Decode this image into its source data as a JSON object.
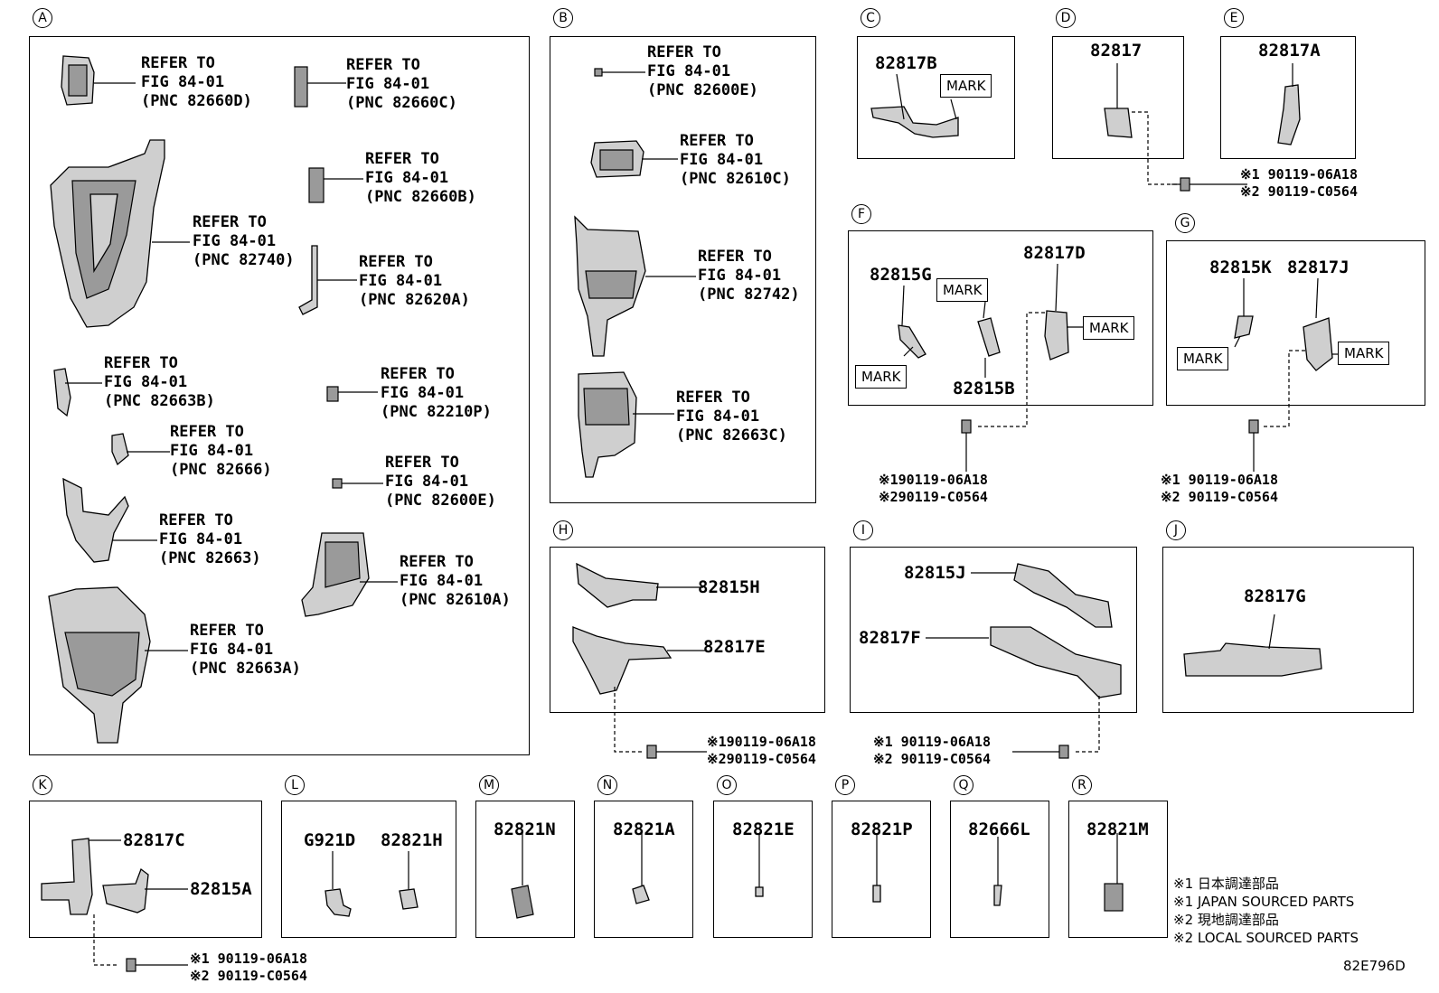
{
  "panels": {
    "A": {
      "label": "A",
      "refs": [
        {
          "l1": "REFER TO",
          "l2": "FIG 84-01",
          "l3": "(PNC 82660D)"
        },
        {
          "l1": "REFER TO",
          "l2": "FIG 84-01",
          "l3": "(PNC 82660C)"
        },
        {
          "l1": "REFER TO",
          "l2": "FIG 84-01",
          "l3": "(PNC 82660B)"
        },
        {
          "l1": "REFER TO",
          "l2": "FIG 84-01",
          "l3": "(PNC 82740)"
        },
        {
          "l1": "REFER TO",
          "l2": "FIG 84-01",
          "l3": "(PNC 82620A)"
        },
        {
          "l1": "REFER TO",
          "l2": "FIG 84-01",
          "l3": "(PNC 82663B)"
        },
        {
          "l1": "REFER TO",
          "l2": "FIG 84-01",
          "l3": "(PNC 82210P)"
        },
        {
          "l1": "REFER TO",
          "l2": "FIG 84-01",
          "l3": "(PNC 82666)"
        },
        {
          "l1": "REFER TO",
          "l2": "FIG 84-01",
          "l3": "(PNC 82600E)"
        },
        {
          "l1": "REFER TO",
          "l2": "FIG 84-01",
          "l3": "(PNC 82663)"
        },
        {
          "l1": "REFER TO",
          "l2": "FIG 84-01",
          "l3": "(PNC 82610A)"
        },
        {
          "l1": "REFER TO",
          "l2": "FIG 84-01",
          "l3": "(PNC 82663A)"
        }
      ]
    },
    "B": {
      "label": "B",
      "refs": [
        {
          "l1": "REFER TO",
          "l2": "FIG 84-01",
          "l3": "(PNC 82600E)"
        },
        {
          "l1": "REFER TO",
          "l2": "FIG 84-01",
          "l3": "(PNC 82610C)"
        },
        {
          "l1": "REFER TO",
          "l2": "FIG 84-01",
          "l3": "(PNC 82742)"
        },
        {
          "l1": "REFER TO",
          "l2": "FIG 84-01",
          "l3": "(PNC 82663C)"
        }
      ]
    },
    "C": {
      "label": "C",
      "part": "82817B",
      "mark": "MARK"
    },
    "D": {
      "label": "D",
      "part": "82817"
    },
    "E": {
      "label": "E",
      "part": "82817A"
    },
    "F": {
      "label": "F",
      "parts": [
        "82815G",
        "82817D",
        "82815B"
      ],
      "marks": [
        "MARK",
        "MARK",
        "MARK"
      ]
    },
    "G": {
      "label": "G",
      "parts": [
        "82815K",
        "82817J"
      ],
      "marks": [
        "MARK",
        "MARK"
      ]
    },
    "H": {
      "label": "H",
      "parts": [
        "82815H",
        "82817E"
      ]
    },
    "I": {
      "label": "I",
      "parts": [
        "82815J",
        "82817F"
      ]
    },
    "J": {
      "label": "J",
      "part": "82817G"
    },
    "K": {
      "label": "K",
      "parts": [
        "82817C",
        "82815A"
      ]
    },
    "L": {
      "label": "L",
      "parts": [
        "G921D",
        "82821H"
      ]
    },
    "M": {
      "label": "M",
      "part": "82821N"
    },
    "N": {
      "label": "N",
      "part": "82821A"
    },
    "O": {
      "label": "O",
      "part": "82821E"
    },
    "P": {
      "label": "P",
      "part": "82821P"
    },
    "Q": {
      "label": "Q",
      "part": "82666L"
    },
    "R": {
      "label": "R",
      "part": "82821M"
    }
  },
  "bolts": {
    "DE": {
      "l1": "※1 90119-06A18",
      "l2": "※2 90119-C0564"
    },
    "F": {
      "l1": "※190119-06A18",
      "l2": "※290119-C0564"
    },
    "G": {
      "l1": "※1 90119-06A18",
      "l2": "※2 90119-C0564"
    },
    "H": {
      "l1": "※190119-06A18",
      "l2": "※290119-C0564"
    },
    "I": {
      "l1": "※1 90119-06A18",
      "l2": "※2 90119-C0564"
    },
    "K": {
      "l1": "※1 90119-06A18",
      "l2": "※2 90119-C0564"
    }
  },
  "notes": [
    "※1 日本調達部品",
    "※1 JAPAN SOURCED PARTS",
    "※2 現地調達部品",
    "※2 LOCAL SOURCED PARTS"
  ],
  "diagram_code": "82E796D"
}
